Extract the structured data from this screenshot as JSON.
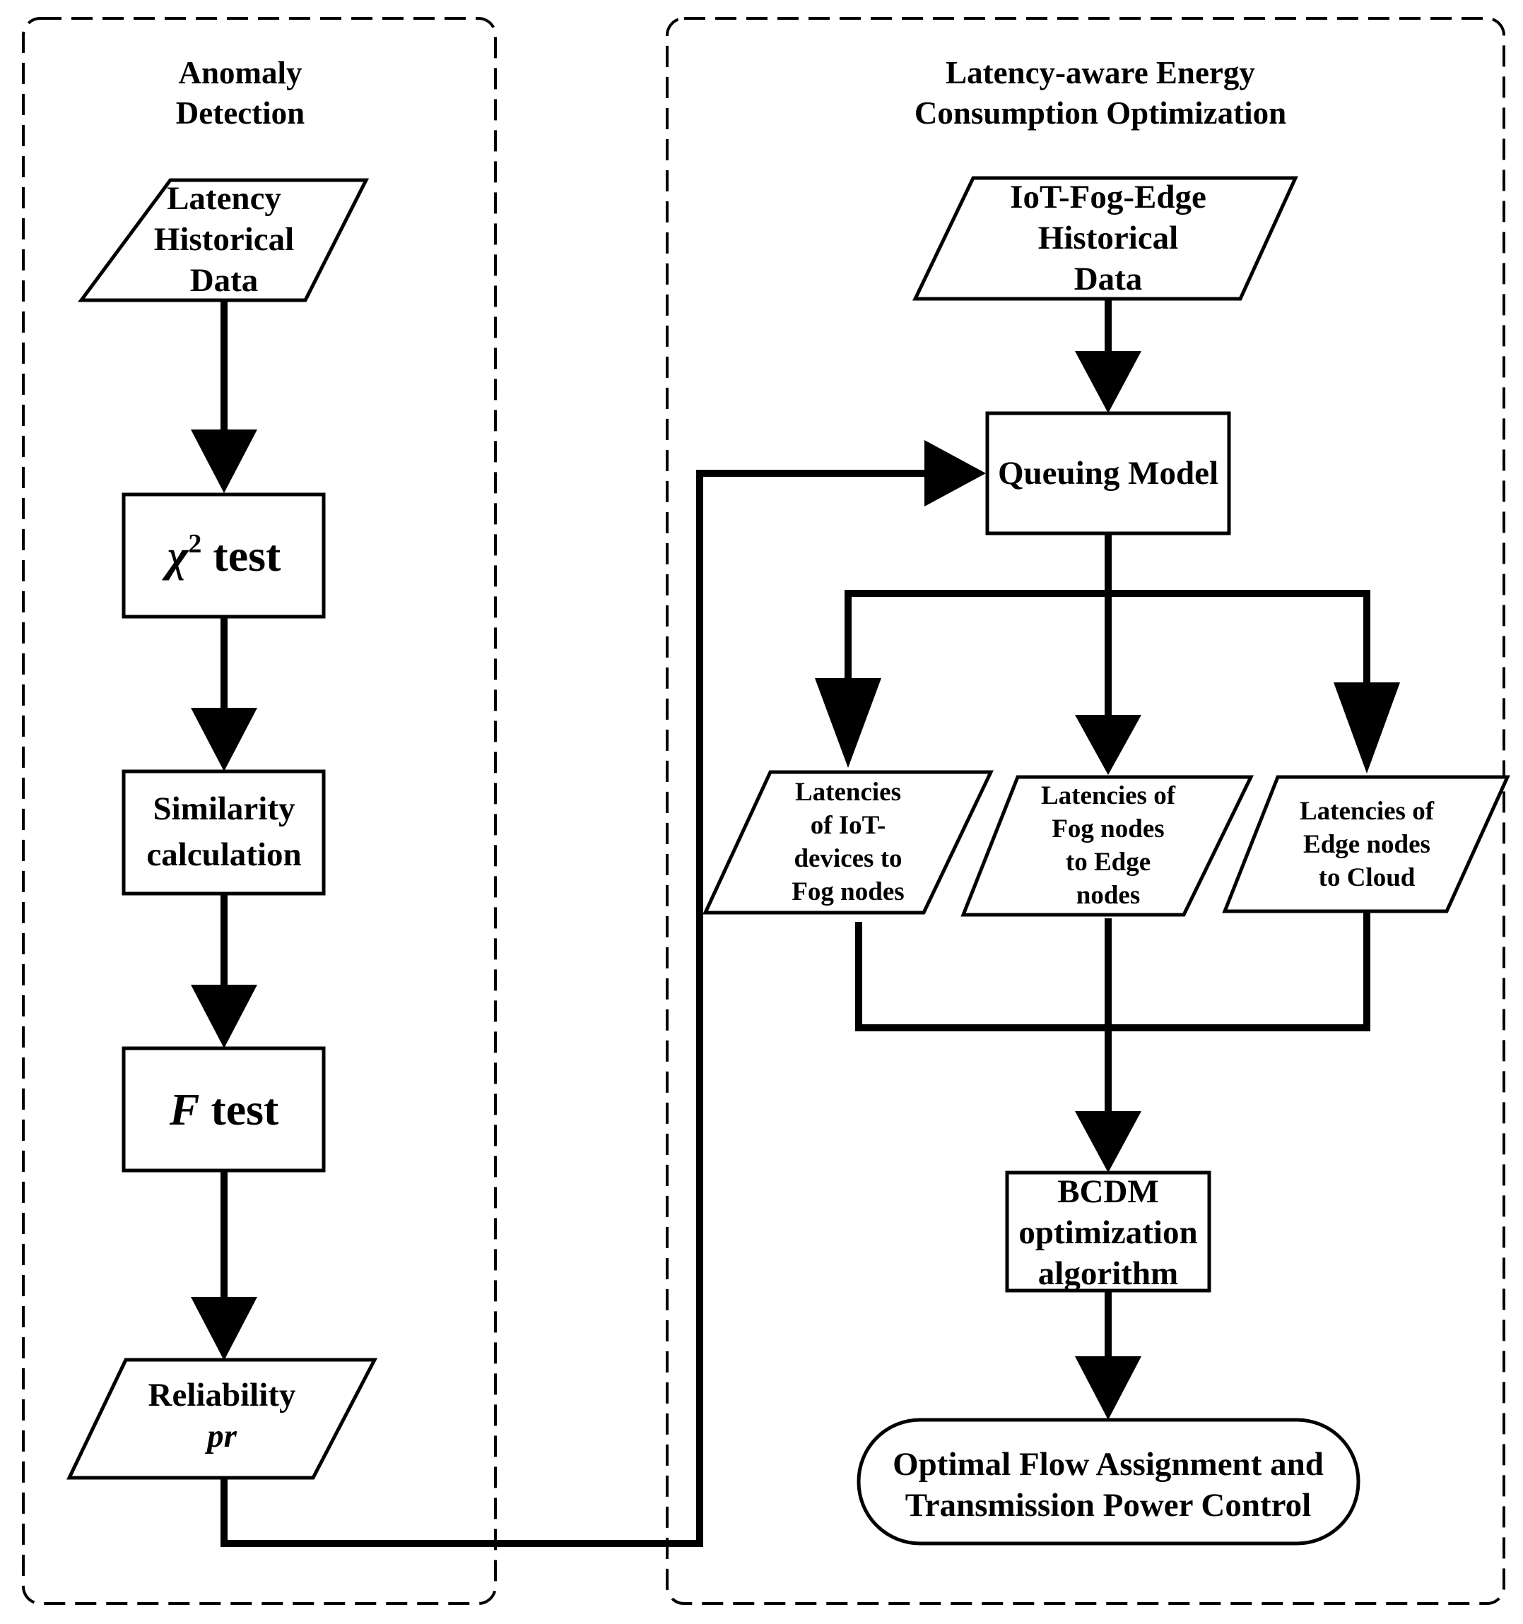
{
  "panels": {
    "left": {
      "title_line1": "Anomaly",
      "title_line2": "Detection"
    },
    "right": {
      "title_line1": "Latency-aware Energy",
      "title_line2": "Consumption Optimization"
    }
  },
  "left_flow": {
    "input": {
      "line1": "Latency",
      "line2": "Historical",
      "line3": "Data"
    },
    "chi_test": {
      "symbol": "χ",
      "superscript": "2",
      "suffix": " test"
    },
    "similarity": {
      "line1": "Similarity",
      "line2": "calculation"
    },
    "f_test": {
      "symbol": "F",
      "suffix": " test"
    },
    "reliability": {
      "line1": "Reliability",
      "line2": "pr"
    }
  },
  "right_flow": {
    "input": {
      "line1": "IoT-Fog-Edge",
      "line2": "Historical",
      "line3": "Data"
    },
    "queuing_model": "Queuing Model",
    "latency_iot_fog": {
      "line1": "Latencies",
      "line2": "of IoT-",
      "line3": "devices to",
      "line4": "Fog nodes"
    },
    "latency_fog_edge": {
      "line1": "Latencies of",
      "line2": "Fog nodes",
      "line3": "to Edge",
      "line4": "nodes"
    },
    "latency_edge_cloud": {
      "line1": "Latencies of",
      "line2": "Edge nodes",
      "line3": "to Cloud"
    },
    "bcdm": {
      "line1": "BCDM",
      "line2": "optimization",
      "line3": "algorithm"
    },
    "output": {
      "line1": "Optimal Flow Assignment and",
      "line2": "Transmission Power Control"
    }
  }
}
